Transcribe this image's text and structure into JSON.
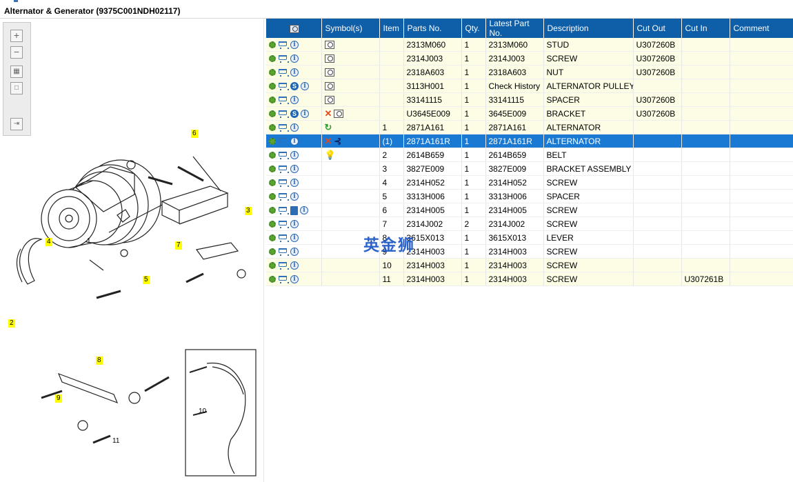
{
  "window": {
    "title": "Alternator & Generator (9375C001NDH02117)"
  },
  "toolbar": {
    "icons": [
      "zoom-in-icon",
      "zoom-out-icon",
      "fit-all-icon",
      "fit-page-icon",
      "toggle-list-icon"
    ]
  },
  "diagram": {
    "callouts": [
      {
        "label": "1",
        "highlight": false
      },
      {
        "label": "2",
        "highlight": true
      },
      {
        "label": "3",
        "highlight": true
      },
      {
        "label": "4",
        "highlight": true
      },
      {
        "label": "5",
        "highlight": true
      },
      {
        "label": "6",
        "highlight": true
      },
      {
        "label": "7",
        "highlight": true
      },
      {
        "label": "8",
        "highlight": true
      },
      {
        "label": "9",
        "highlight": true
      },
      {
        "label": "10",
        "highlight": false
      },
      {
        "label": "11",
        "highlight": false
      }
    ]
  },
  "grid": {
    "header_icon": "filter-icon",
    "columns": [
      "Symbol(s)",
      "Item",
      "Parts No.",
      "Qty.",
      "Latest Part No.",
      "Description",
      "Cut Out",
      "Cut In",
      "Comment"
    ],
    "rows": [
      {
        "style": "y",
        "icons": [
          "gear",
          "cart",
          "info"
        ],
        "symbols": [
          "mag"
        ],
        "item": "",
        "part": "2313M060",
        "qty": "1",
        "latest": "2313M060",
        "desc": "STUD",
        "cut_out": "U307260B",
        "cut_in": "",
        "comment": ""
      },
      {
        "style": "y",
        "icons": [
          "gear",
          "cart",
          "info"
        ],
        "symbols": [
          "mag"
        ],
        "item": "",
        "part": "2314J003",
        "qty": "1",
        "latest": "2314J003",
        "desc": "SCREW",
        "cut_out": "U307260B",
        "cut_in": "",
        "comment": ""
      },
      {
        "style": "y",
        "icons": [
          "gear",
          "cart",
          "info"
        ],
        "symbols": [
          "mag"
        ],
        "item": "",
        "part": "2318A603",
        "qty": "1",
        "latest": "2318A603",
        "desc": "NUT",
        "cut_out": "U307260B",
        "cut_in": "",
        "comment": ""
      },
      {
        "style": "y",
        "icons": [
          "gear",
          "cart",
          "s",
          "info"
        ],
        "symbols": [
          "mag"
        ],
        "item": "",
        "part": "3113H001",
        "qty": "1",
        "latest": "Check History",
        "desc": "ALTERNATOR PULLEY",
        "cut_out": "",
        "cut_in": "",
        "comment": ""
      },
      {
        "style": "y",
        "icons": [
          "gear",
          "cart",
          "info"
        ],
        "symbols": [
          "mag"
        ],
        "item": "",
        "part": "33141115",
        "qty": "1",
        "latest": "33141115",
        "desc": "SPACER",
        "cut_out": "U307260B",
        "cut_in": "",
        "comment": ""
      },
      {
        "style": "y",
        "icons": [
          "gear",
          "cart",
          "s",
          "info"
        ],
        "symbols": [
          "x",
          "mag"
        ],
        "item": "",
        "part": "U3645E009",
        "qty": "1",
        "latest": "3645E009",
        "desc": "BRACKET",
        "cut_out": "U307260B",
        "cut_in": "",
        "comment": ""
      },
      {
        "style": "y",
        "icons": [
          "gears",
          "cart",
          "info"
        ],
        "symbols": [
          "arrow"
        ],
        "item": "1",
        "part": "2871A161",
        "qty": "1",
        "latest": "2871A161",
        "desc": "ALTERNATOR",
        "cut_out": "",
        "cut_in": "",
        "comment": ""
      },
      {
        "style": "sel",
        "icons": [
          "gear",
          "cart",
          "info"
        ],
        "symbols": [
          "x",
          "branch"
        ],
        "item": "(1)",
        "part": "2871A161R",
        "qty": "1",
        "latest": "2871A161R",
        "desc": "ALTERNATOR",
        "cut_out": "",
        "cut_in": "",
        "comment": ""
      },
      {
        "style": "w",
        "icons": [
          "gear",
          "cart",
          "info"
        ],
        "symbols": [
          "bulb"
        ],
        "item": "2",
        "part": "2614B659",
        "qty": "1",
        "latest": "2614B659",
        "desc": "BELT",
        "cut_out": "",
        "cut_in": "",
        "comment": ""
      },
      {
        "style": "w",
        "icons": [
          "gear",
          "cart",
          "info"
        ],
        "symbols": [],
        "item": "3",
        "part": "3827E009",
        "qty": "1",
        "latest": "3827E009",
        "desc": "BRACKET ASSEMBLY",
        "cut_out": "",
        "cut_in": "",
        "comment": ""
      },
      {
        "style": "w",
        "icons": [
          "gear",
          "cart",
          "info"
        ],
        "symbols": [],
        "item": "4",
        "part": "2314H052",
        "qty": "1",
        "latest": "2314H052",
        "desc": "SCREW",
        "cut_out": "",
        "cut_in": "",
        "comment": ""
      },
      {
        "style": "w",
        "icons": [
          "gear",
          "cart",
          "info"
        ],
        "symbols": [],
        "item": "5",
        "part": "3313H006",
        "qty": "1",
        "latest": "3313H006",
        "desc": "SPACER",
        "cut_out": "",
        "cut_in": "",
        "comment": ""
      },
      {
        "style": "w",
        "icons": [
          "gear",
          "cart",
          "book",
          "info"
        ],
        "symbols": [],
        "item": "6",
        "part": "2314H005",
        "qty": "1",
        "latest": "2314H005",
        "desc": "SCREW",
        "cut_out": "",
        "cut_in": "",
        "comment": ""
      },
      {
        "style": "w",
        "icons": [
          "gear",
          "cart",
          "info"
        ],
        "symbols": [],
        "item": "7",
        "part": "2314J002",
        "qty": "2",
        "latest": "2314J002",
        "desc": "SCREW",
        "cut_out": "",
        "cut_in": "",
        "comment": ""
      },
      {
        "style": "w",
        "icons": [
          "gear",
          "cart",
          "info"
        ],
        "symbols": [],
        "item": "8",
        "part": "3615X013",
        "qty": "1",
        "latest": "3615X013",
        "desc": "LEVER",
        "cut_out": "",
        "cut_in": "",
        "comment": ""
      },
      {
        "style": "w",
        "icons": [
          "gear",
          "cart",
          "info"
        ],
        "symbols": [],
        "item": "9",
        "part": "2314H003",
        "qty": "1",
        "latest": "2314H003",
        "desc": "SCREW",
        "cut_out": "",
        "cut_in": "",
        "comment": ""
      },
      {
        "style": "y",
        "icons": [
          "gear",
          "cart",
          "info"
        ],
        "symbols": [],
        "item": "10",
        "part": "2314H003",
        "qty": "1",
        "latest": "2314H003",
        "desc": "SCREW",
        "cut_out": "",
        "cut_in": "",
        "comment": ""
      },
      {
        "style": "y",
        "icons": [
          "gear",
          "cart",
          "info"
        ],
        "symbols": [],
        "item": "11",
        "part": "2314H003",
        "qty": "1",
        "latest": "2314H003",
        "desc": "SCREW",
        "cut_out": "",
        "cut_in": "U307261B",
        "comment": ""
      }
    ]
  },
  "watermark": {
    "text": "英金狮"
  },
  "colors": {
    "header": "#0e5ea8",
    "selected": "#1a7ad3",
    "row_yellow": "#fdfde6",
    "callout": "#ffff00"
  }
}
